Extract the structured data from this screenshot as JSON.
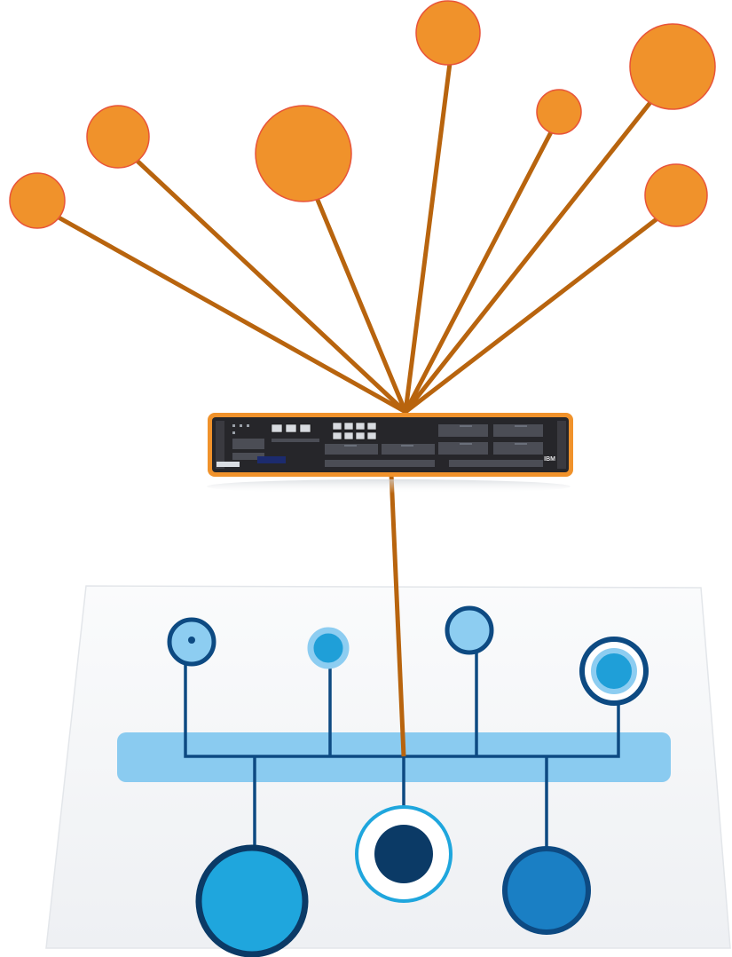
{
  "server": {
    "brand": "IBM"
  },
  "colors": {
    "orange_node_fill": "#F0922B",
    "orange_node_stroke": "#E8543A",
    "link_line": "#B8640E",
    "server_frame": "#F0922B",
    "server_body": "#26262A",
    "network_bus": "#8ACBF0",
    "network_dark_blue": "#0D4A82",
    "network_mid_blue": "#1F9FD8",
    "network_light_blue": "#8DCDF1",
    "network_navy": "#0B3A66",
    "panel_background": "#F3F4F6"
  },
  "icons": {
    "top_nodes": "orange-endpoint-node",
    "device": "ibm-rack-server-appliance",
    "bottom": "network-topology-diagram"
  }
}
